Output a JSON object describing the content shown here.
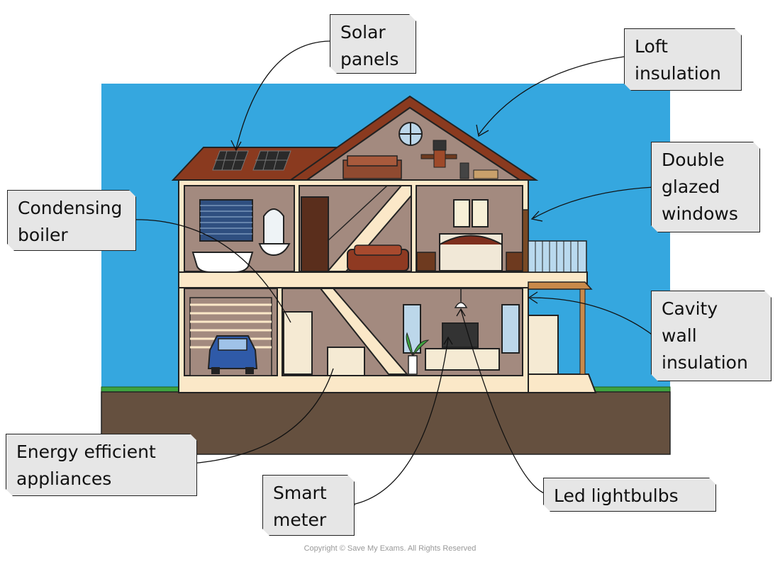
{
  "labels": {
    "solar_panels": "Solar\npanels",
    "loft_insulation": "Loft\ninsulation",
    "double_glazed": "Double\nglazed\nwindows",
    "condensing_boiler": "Condensing\nboiler",
    "cavity_wall": "Cavity\nwall\ninsulation",
    "energy_efficient": "Energy efficient\nappliances",
    "smart_meter": "Smart\nmeter",
    "led_lightbulbs": "Led lightbulbs"
  },
  "copyright": "Copyright © Save My Exams. All Rights Reserved",
  "colors": {
    "sky": "#35a7df",
    "ground": "#65503f",
    "grass": "#3fa33f",
    "roof": "#8a3a1f",
    "wall": "#fbe8c8",
    "room": "#a38a7f",
    "solar": "#2a2a2a"
  }
}
